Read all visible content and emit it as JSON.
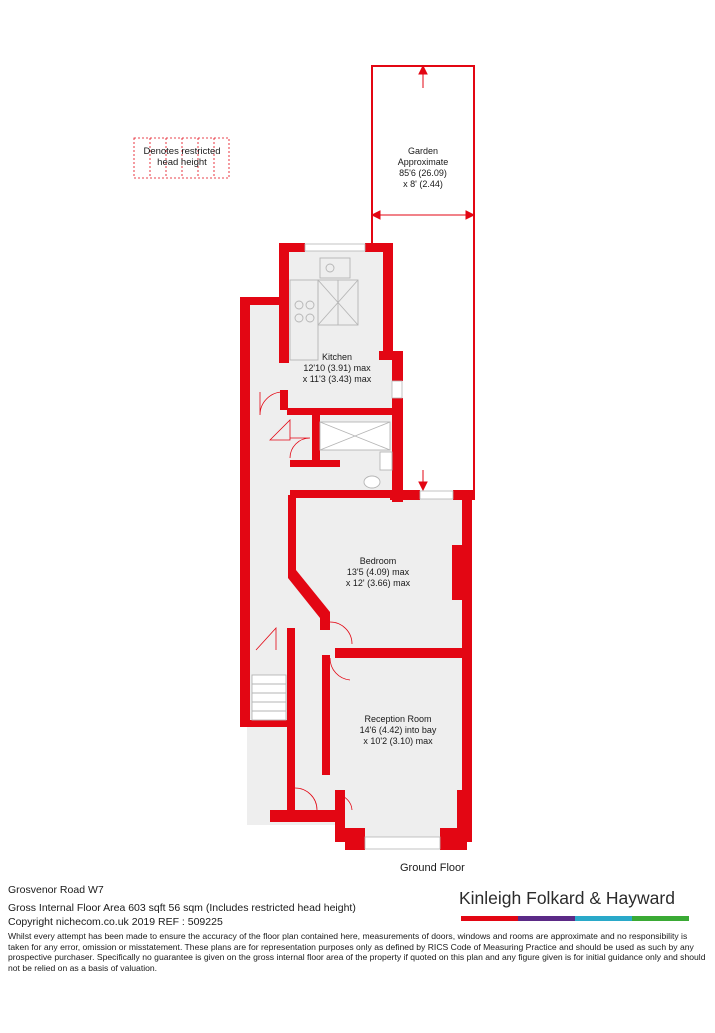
{
  "legend": {
    "text": "Denotes restricted head height"
  },
  "rooms": [
    {
      "id": "garden",
      "name": "Garden",
      "lines": [
        "Approximate",
        "85'6 (26.09)",
        "x 8' (2.44)"
      ]
    },
    {
      "id": "kitchen",
      "name": "Kitchen",
      "lines": [
        "12'10 (3.91) max",
        "x 11'3 (3.43) max"
      ]
    },
    {
      "id": "bedroom",
      "name": "Bedroom",
      "lines": [
        "13'5 (4.09) max",
        "x 12' (3.66) max"
      ]
    },
    {
      "id": "reception",
      "name": "Reception Room",
      "lines": [
        "14'6 (4.42) into bay",
        "x 10'2 (3.10) max"
      ]
    }
  ],
  "floor_label": "Ground Floor",
  "footer": {
    "address": "Grosvenor Road  W7",
    "gia": "Gross Internal Floor Area 603 sqft 56 sqm (Includes restricted head height)",
    "copyright": "Copyright nichecom.co.uk 2019 REF : 509225",
    "disclaimer": "Whilst every attempt has been made to ensure the accuracy of the floor plan contained here, measurements of doors, windows and rooms are approximate and no responsibility is taken for any error, omission or misstatement.  These plans are for representation purposes only as defined by RICS Code of Measuring Practice and should be used as such by any prospective purchaser.  Specifically no guarantee is given on the gross internal floor area of the property if quoted on this plan and any figure given is for initial guidance only and should not be relied on as a basis of valuation."
  },
  "brand": {
    "name": "Kinleigh Folkard & Hayward",
    "stripe_colors": [
      "#e30613",
      "#5b2a86",
      "#2aa9c9",
      "#3aaa35"
    ]
  },
  "colors": {
    "wall": "#e30613",
    "floor": "#eeeeee",
    "fixture": "#b5b5b5"
  }
}
